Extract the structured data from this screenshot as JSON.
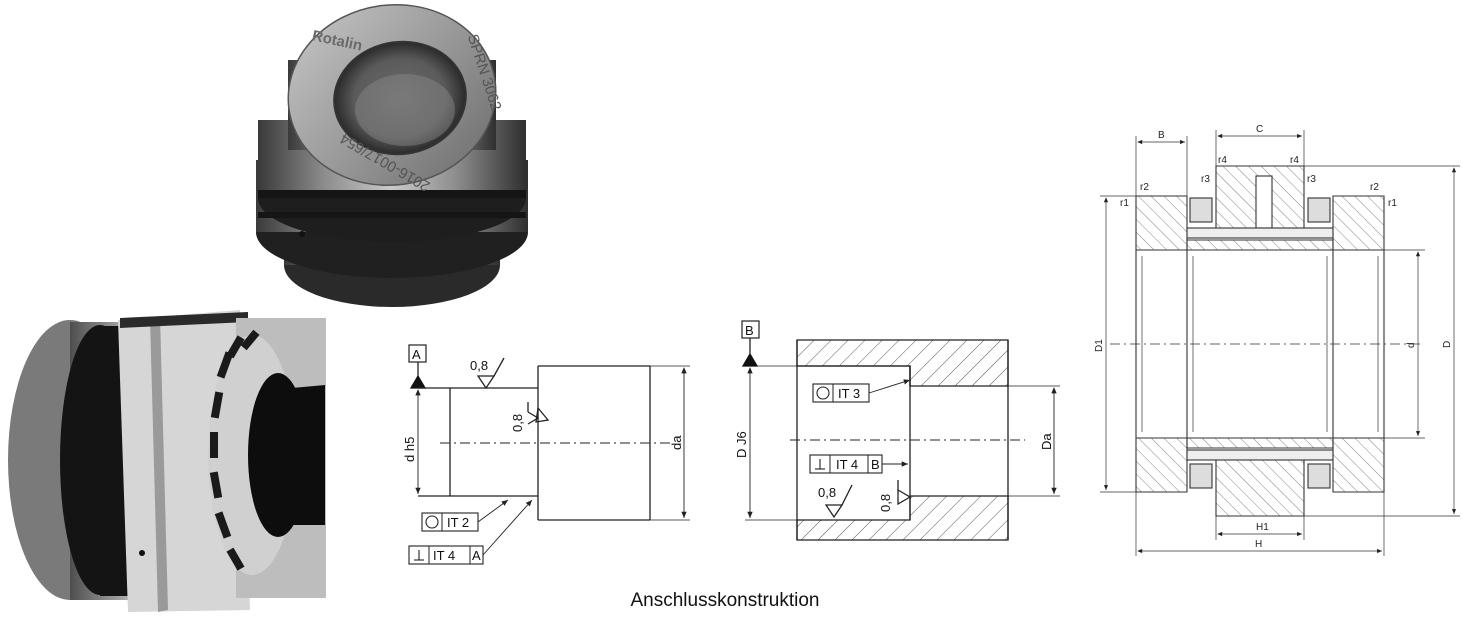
{
  "photo_top": {
    "brand_text": "Rotalin",
    "model_text": "SPRN 3062",
    "serial_text": "2016-0017/654"
  },
  "drawing_a": {
    "datum_label": "A",
    "dim_shaft": "d h5",
    "dim_da": "da",
    "roughness_1": "0,8",
    "roughness_2": "0,8",
    "tol_roundness": "IT 2",
    "tol_perp": "IT 4",
    "tol_perp_datum": "A"
  },
  "drawing_b": {
    "datum_label": "B",
    "dim_bore": "D J6",
    "dim_Da": "Da",
    "tol_roundness": "IT 3",
    "tol_perp": "IT 4",
    "tol_perp_datum": "B",
    "roughness_1": "0,8",
    "roughness_2": "0,8"
  },
  "caption": "Anschlusskonstruktion",
  "section": {
    "B": "B",
    "C": "C",
    "r1_left": "r1",
    "r2_left": "r2",
    "r3_left": "r3",
    "r4_left": "r4",
    "r4_right": "r4",
    "r3_right": "r3",
    "r2_right": "r2",
    "r1_right": "r1",
    "D1": "D1",
    "d": "d",
    "D": "D",
    "H1": "H1",
    "H": "H"
  }
}
